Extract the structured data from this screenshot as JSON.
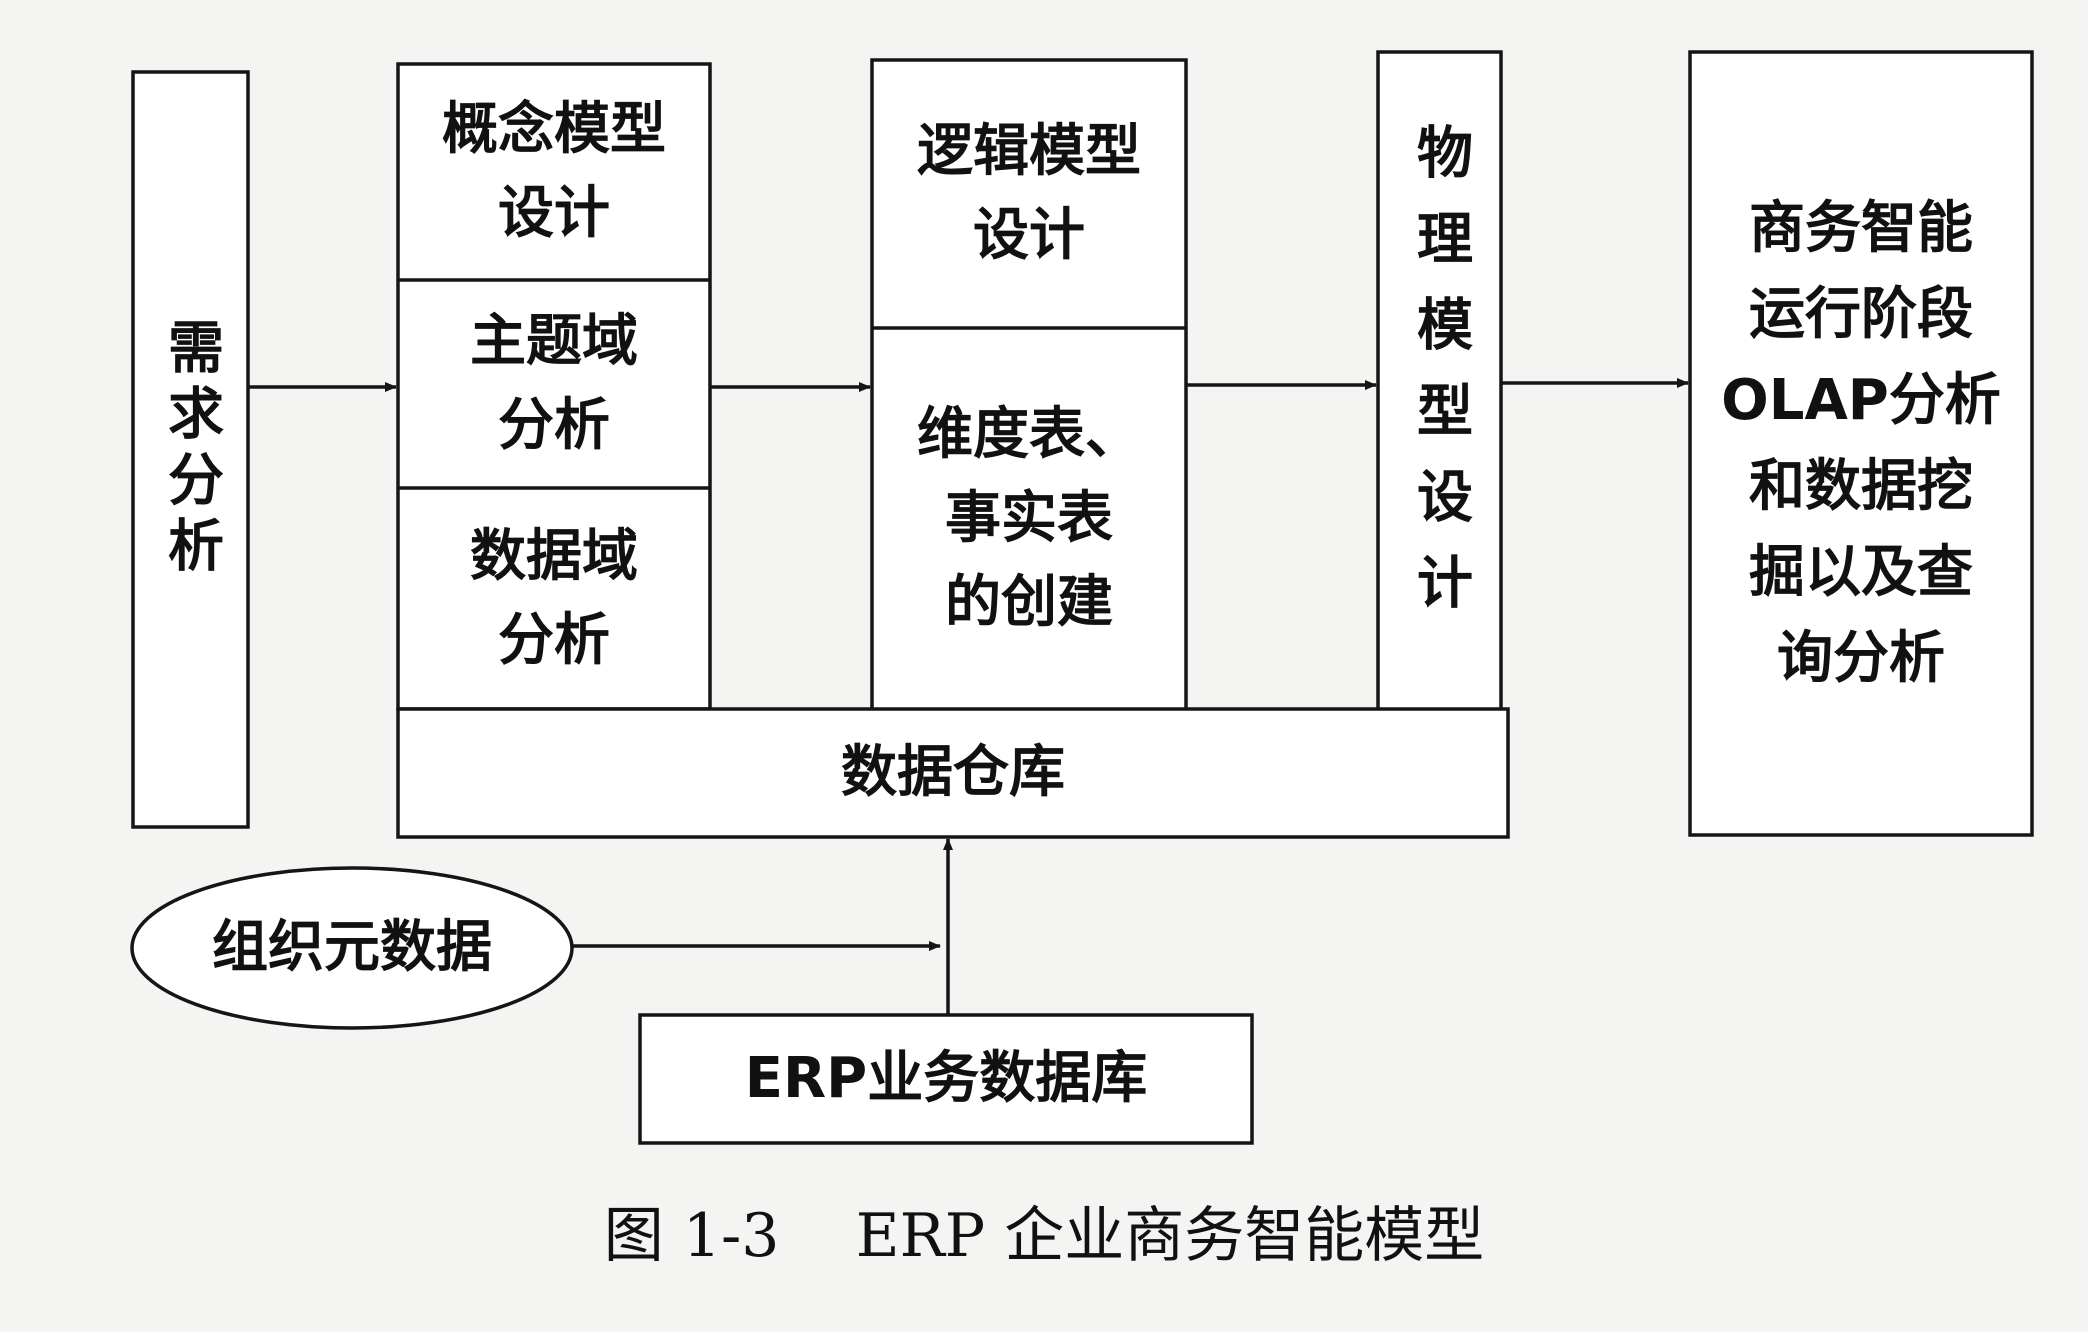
{
  "diagram": {
    "requirements": "需求分析",
    "conceptual_model": "概念模型\n设计",
    "subject_domain": "主题域\n分析",
    "data_domain": "数据域\n分析",
    "logical_model": "逻辑模型\n设计",
    "dim_fact_tables": "维度表、\n事实表\n的创建",
    "physical_model": "物理模型设计",
    "bi_stage": "商务智能\n运行阶段\nOLAP分析\n和数据挖\n掘以及查\n询分析",
    "data_warehouse": "数据仓库",
    "org_metadata": "组织元数据",
    "erp_db": "ERP业务数据库"
  },
  "caption": {
    "number": "图 1-3",
    "title": "ERP 企业商务智能模型"
  }
}
